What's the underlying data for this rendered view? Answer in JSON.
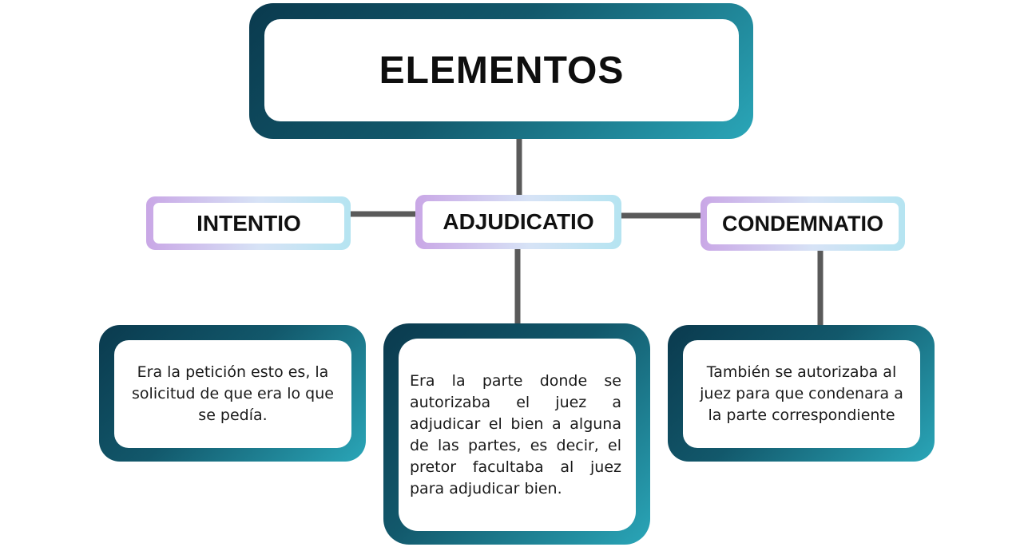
{
  "root": {
    "title": "ELEMENTOS"
  },
  "branches": [
    {
      "label": "INTENTIO",
      "description": "Era la petición esto es, la solicitud de que era lo que se pedía."
    },
    {
      "label": "ADJUDICATIO",
      "description": "Era la parte donde se autorizaba el juez a adjudicar el bien a alguna de las partes, es decir, el pretor facultaba al juez para adjudicar bien."
    },
    {
      "label": "CONDEMNATIO",
      "description": "También se autorizaba al juez para que condenara a la parte correspondiente"
    }
  ],
  "colors": {
    "frame_dark": "#0a3a4e",
    "frame_teal": "#2aa6b8",
    "label_frame_purple": "#c9a7e6",
    "label_frame_cyan": "#b5e4f1",
    "connector": "#5a5a5a"
  }
}
